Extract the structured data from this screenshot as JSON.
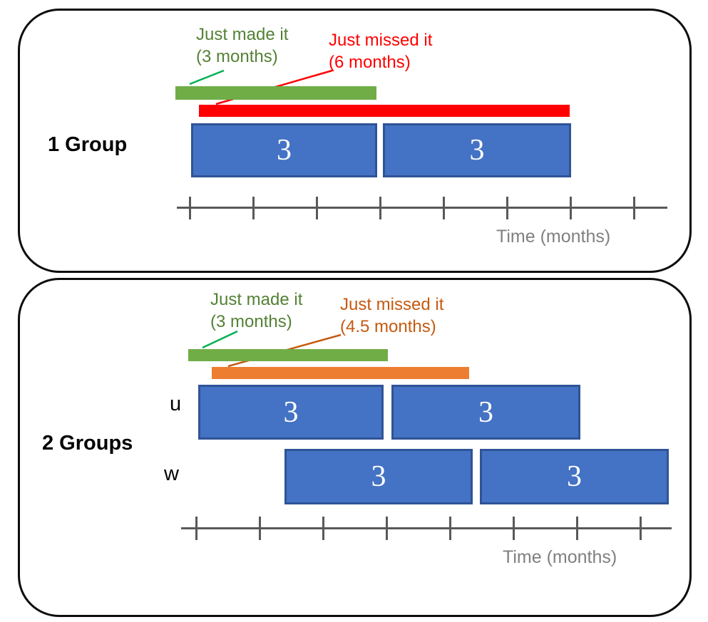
{
  "colors": {
    "made_bar": "#70AD47",
    "made_text": "#538135",
    "made_leader": "#00B050",
    "missed_bar_1group": "#FF0000",
    "missed_text_1group": "#FF0000",
    "missed_bar_2groups": "#ED7D31",
    "missed_text_2groups": "#C55A11",
    "interval_fill": "#4472C4",
    "interval_border": "#2F5496",
    "axis_line": "#595959",
    "axis_label_text": "#808080",
    "panel_border": "#0d0d0d"
  },
  "panel_1group": {
    "title": "1 Group",
    "made": {
      "label": "Just made it",
      "duration": "(3 months)"
    },
    "missed": {
      "label": "Just missed it",
      "duration": "(6 months)"
    },
    "intervals": [
      "3",
      "3"
    ],
    "axis": {
      "label": "Time (months)",
      "tick_count": 8
    }
  },
  "panel_2groups": {
    "title": "2 Groups",
    "made": {
      "label": "Just made it",
      "duration": "(3 months)"
    },
    "missed": {
      "label": "Just missed it",
      "duration": "(4.5 months)"
    },
    "rows": [
      {
        "label": "u",
        "intervals": [
          "3",
          "3"
        ]
      },
      {
        "label": "w",
        "intervals": [
          "3",
          "3"
        ]
      }
    ],
    "axis": {
      "label": "Time (months)",
      "tick_count": 8
    }
  }
}
